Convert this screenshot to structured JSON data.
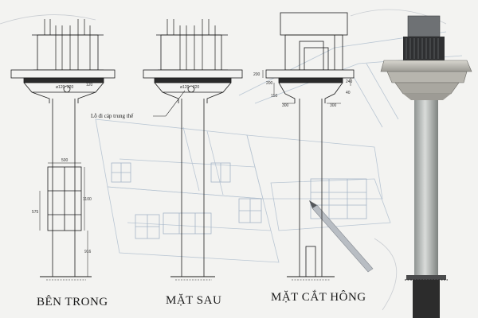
{
  "views": [
    {
      "label": "BÊN TRONG"
    },
    {
      "label": "MẶT SAU"
    },
    {
      "label": "MẶT CẮT HÔNG"
    }
  ],
  "annotations": {
    "cable_hole_note": "Lỗ đi cáp trung thế",
    "hole_dia_1": "ø120",
    "hole_dia_2": "ø120",
    "dim_220_a": "220",
    "dim_120_a": "120",
    "dim_220_b": "220",
    "dim_500": "500",
    "dim_1100": "1100",
    "dim_575": "575",
    "dim_916": "916",
    "dim_200a": "200",
    "dim_200b": "200",
    "dim_300a": "300",
    "dim_300b": "300",
    "dim_150": "150",
    "dim_240": "240",
    "dim_40": "40"
  },
  "colors": {
    "paper": "#f3f3f1",
    "blueprint_line": "#9fb2c6",
    "drawing_line": "#1c1c1c",
    "pole_gray": "#a7aba9",
    "transformer_dark": "#2f3032"
  }
}
